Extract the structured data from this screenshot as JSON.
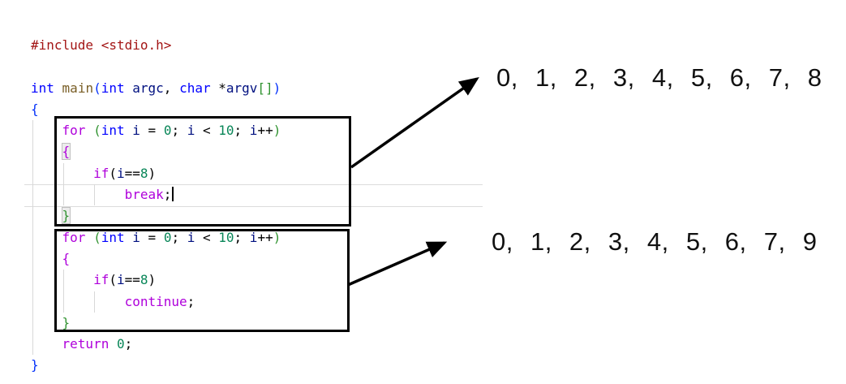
{
  "editor": {
    "code_lines": [
      {
        "tokens": [
          {
            "t": "#include <stdio.h>",
            "s": "inc"
          }
        ]
      },
      {
        "tokens": []
      },
      {
        "tokens": [
          {
            "t": "int",
            "s": "kw"
          },
          {
            "t": " ",
            "s": "pl"
          },
          {
            "t": "main",
            "s": "fn"
          },
          {
            "t": "(",
            "s": "br1"
          },
          {
            "t": "int",
            "s": "kw"
          },
          {
            "t": " ",
            "s": "pl"
          },
          {
            "t": "argc",
            "s": "var"
          },
          {
            "t": ", ",
            "s": "pl"
          },
          {
            "t": "char",
            "s": "kw"
          },
          {
            "t": " *",
            "s": "pl"
          },
          {
            "t": "argv",
            "s": "var"
          },
          {
            "t": "[]",
            "s": "br2"
          },
          {
            "t": ")",
            "s": "br1"
          }
        ]
      },
      {
        "tokens": [
          {
            "t": "{",
            "s": "br1"
          }
        ]
      },
      {
        "tokens": [
          {
            "t": "    ",
            "s": "pl"
          },
          {
            "t": "for",
            "s": "ctrl"
          },
          {
            "t": " ",
            "s": "pl"
          },
          {
            "t": "(",
            "s": "br2"
          },
          {
            "t": "int",
            "s": "kw"
          },
          {
            "t": " ",
            "s": "pl"
          },
          {
            "t": "i",
            "s": "var"
          },
          {
            "t": " = ",
            "s": "pl"
          },
          {
            "t": "0",
            "s": "num"
          },
          {
            "t": "; ",
            "s": "pl"
          },
          {
            "t": "i",
            "s": "var"
          },
          {
            "t": " < ",
            "s": "pl"
          },
          {
            "t": "10",
            "s": "num"
          },
          {
            "t": "; ",
            "s": "pl"
          },
          {
            "t": "i",
            "s": "var"
          },
          {
            "t": "++",
            "s": "pl"
          },
          {
            "t": ")",
            "s": "br2"
          }
        ]
      },
      {
        "tokens": [
          {
            "t": "    ",
            "s": "pl"
          },
          {
            "t": "{",
            "s": "brp",
            "hl": true
          }
        ]
      },
      {
        "tokens": [
          {
            "t": "        ",
            "s": "pl"
          },
          {
            "t": "if",
            "s": "ctrl"
          },
          {
            "t": "(",
            "s": "pl"
          },
          {
            "t": "i",
            "s": "var"
          },
          {
            "t": "==",
            "s": "pl"
          },
          {
            "t": "8",
            "s": "num"
          },
          {
            "t": ")",
            "s": "pl"
          }
        ]
      },
      {
        "cursor": true,
        "tokens": [
          {
            "t": "            ",
            "s": "pl"
          },
          {
            "t": "break",
            "s": "ctrl"
          },
          {
            "t": ";",
            "s": "pl"
          }
        ]
      },
      {
        "tokens": [
          {
            "t": "    ",
            "s": "pl"
          },
          {
            "t": "}",
            "s": "br2",
            "hl": true
          }
        ]
      },
      {
        "tokens": [
          {
            "t": "    ",
            "s": "pl"
          },
          {
            "t": "for",
            "s": "ctrl"
          },
          {
            "t": " ",
            "s": "pl"
          },
          {
            "t": "(",
            "s": "br2"
          },
          {
            "t": "int",
            "s": "kw"
          },
          {
            "t": " ",
            "s": "pl"
          },
          {
            "t": "i",
            "s": "var"
          },
          {
            "t": " = ",
            "s": "pl"
          },
          {
            "t": "0",
            "s": "num"
          },
          {
            "t": "; ",
            "s": "pl"
          },
          {
            "t": "i",
            "s": "var"
          },
          {
            "t": " < ",
            "s": "pl"
          },
          {
            "t": "10",
            "s": "num"
          },
          {
            "t": "; ",
            "s": "pl"
          },
          {
            "t": "i",
            "s": "var"
          },
          {
            "t": "++",
            "s": "pl"
          },
          {
            "t": ")",
            "s": "br2"
          }
        ]
      },
      {
        "tokens": [
          {
            "t": "    ",
            "s": "pl"
          },
          {
            "t": "{",
            "s": "brp"
          }
        ]
      },
      {
        "tokens": [
          {
            "t": "        ",
            "s": "pl"
          },
          {
            "t": "if",
            "s": "ctrl"
          },
          {
            "t": "(",
            "s": "pl"
          },
          {
            "t": "i",
            "s": "var"
          },
          {
            "t": "==",
            "s": "pl"
          },
          {
            "t": "8",
            "s": "num"
          },
          {
            "t": ")",
            "s": "pl"
          }
        ]
      },
      {
        "tokens": [
          {
            "t": "            ",
            "s": "pl"
          },
          {
            "t": "continue",
            "s": "ctrl"
          },
          {
            "t": ";",
            "s": "pl"
          }
        ]
      },
      {
        "tokens": [
          {
            "t": "    ",
            "s": "pl"
          },
          {
            "t": "}",
            "s": "br2"
          }
        ]
      },
      {
        "tokens": [
          {
            "t": "    ",
            "s": "pl"
          },
          {
            "t": "return",
            "s": "ctrl"
          },
          {
            "t": " ",
            "s": "pl"
          },
          {
            "t": "0",
            "s": "num"
          },
          {
            "t": ";",
            "s": "pl"
          }
        ]
      },
      {
        "tokens": [
          {
            "t": "}",
            "s": "br1"
          }
        ]
      }
    ]
  },
  "outputs": [
    {
      "text": "0, 1, 2, 3, 4, 5, 6, 7, 8"
    },
    {
      "text": "0, 1, 2, 3, 4, 5, 6, 7, 9"
    }
  ],
  "colors": {
    "inc": "#a31515",
    "kw": "#0000ff",
    "ctrl": "#af00db",
    "fn": "#795e26",
    "var": "#001080",
    "num": "#098658",
    "pl": "#000000",
    "br1": "#0431fa",
    "br2": "#319331",
    "brp": "#af00db",
    "annotation": "#000000",
    "output_text": "#111111"
  }
}
